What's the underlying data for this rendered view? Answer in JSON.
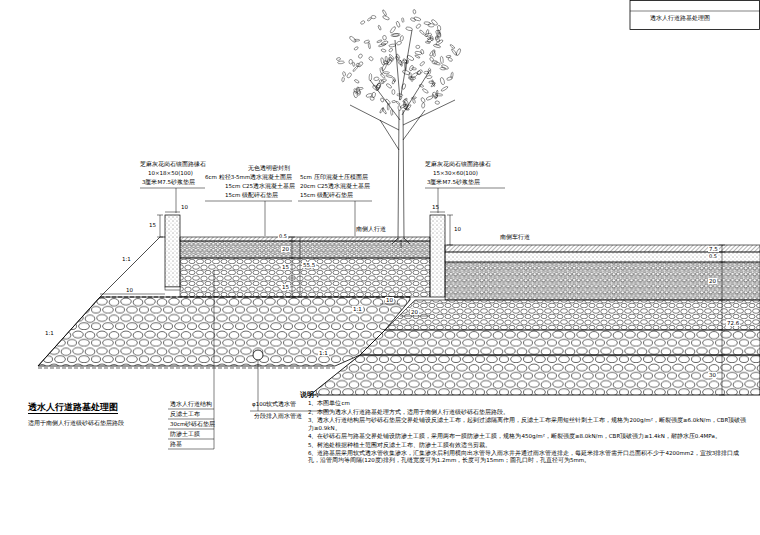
{
  "diagram": {
    "title": "透水人行道路基处理图",
    "caption": "适用于南侧人行道级砂砾石垫层路段",
    "labels": [
      "透水人行道路基处理图",
      "芝麻灰花岗石镶面路缘石",
      "10×18×50(100)",
      "3厘米M7.5砂浆垫层",
      "无色透明密封剂",
      "6cm 粒径3-5mm透水混凝土面层",
      "15cm C25透水混凝土基层",
      "15cm 级配碎石垫层",
      "5cm 压印混凝土压模面层",
      "20cm C25透水混凝土基层",
      "15cm 级配碎石垫层",
      "芝麻灰花岗石镶面路缘石",
      "15×30×60(100)",
      "3厘米M7.5砂浆垫层",
      "南侧人行道",
      "南侧车行道",
      "10",
      "15",
      "15",
      "10",
      "0.5",
      "20",
      "15",
      "15",
      "55.5",
      "1:1",
      "10",
      "1:1",
      "1:1",
      "10",
      "20",
      "1:1",
      "7.5",
      "0.5",
      "20",
      "72.6",
      "30",
      "φ100软式透水管",
      "分段排入雨水管道",
      "透水人行道结构",
      "反滤土工布",
      "30cm砂砾石垫层",
      "防渗土工膜",
      "路基",
      "说明：",
      "1、本图单位cm",
      "2、本图为透水人行道路基处理方式，适用于南侧人行道级砂砾石垫层路段。",
      "3、透水人行道结构层与砂砾石垫层交界处铺设反滤土工布，起到过滤隔离作用，反滤土工布采用短丝针刺土工布，规格为200g/m²，断裂强度≥6.0kN/m，CBR顶破强力≥0.9kN。",
      "4、在砂砾石层与路基交界处铺设防渗土工膜，采用两布一膜防渗土工膜，规格为450g/m²，断裂强度≥8.0kN/m，CBR顶破强力≥1.4kN，耐静水压0.4MPa。",
      "5、树池处根据种植土范围对反滤土工布、防渗土工膜有效适当剪裁。",
      "6、道路基层采用软式透水管收集渗水，汇集渗水后利用横向出水管导入雨水井并通过雨水管道排走，每延米排水管需开口总面积不少于4200mm2，宜按3排排口成孔，沿管周均等间隔(120度)排列，孔缝宽度可为1.2mm，长度可为15mm；圆孔口时，孔直径可为5mm。"
    ]
  }
}
